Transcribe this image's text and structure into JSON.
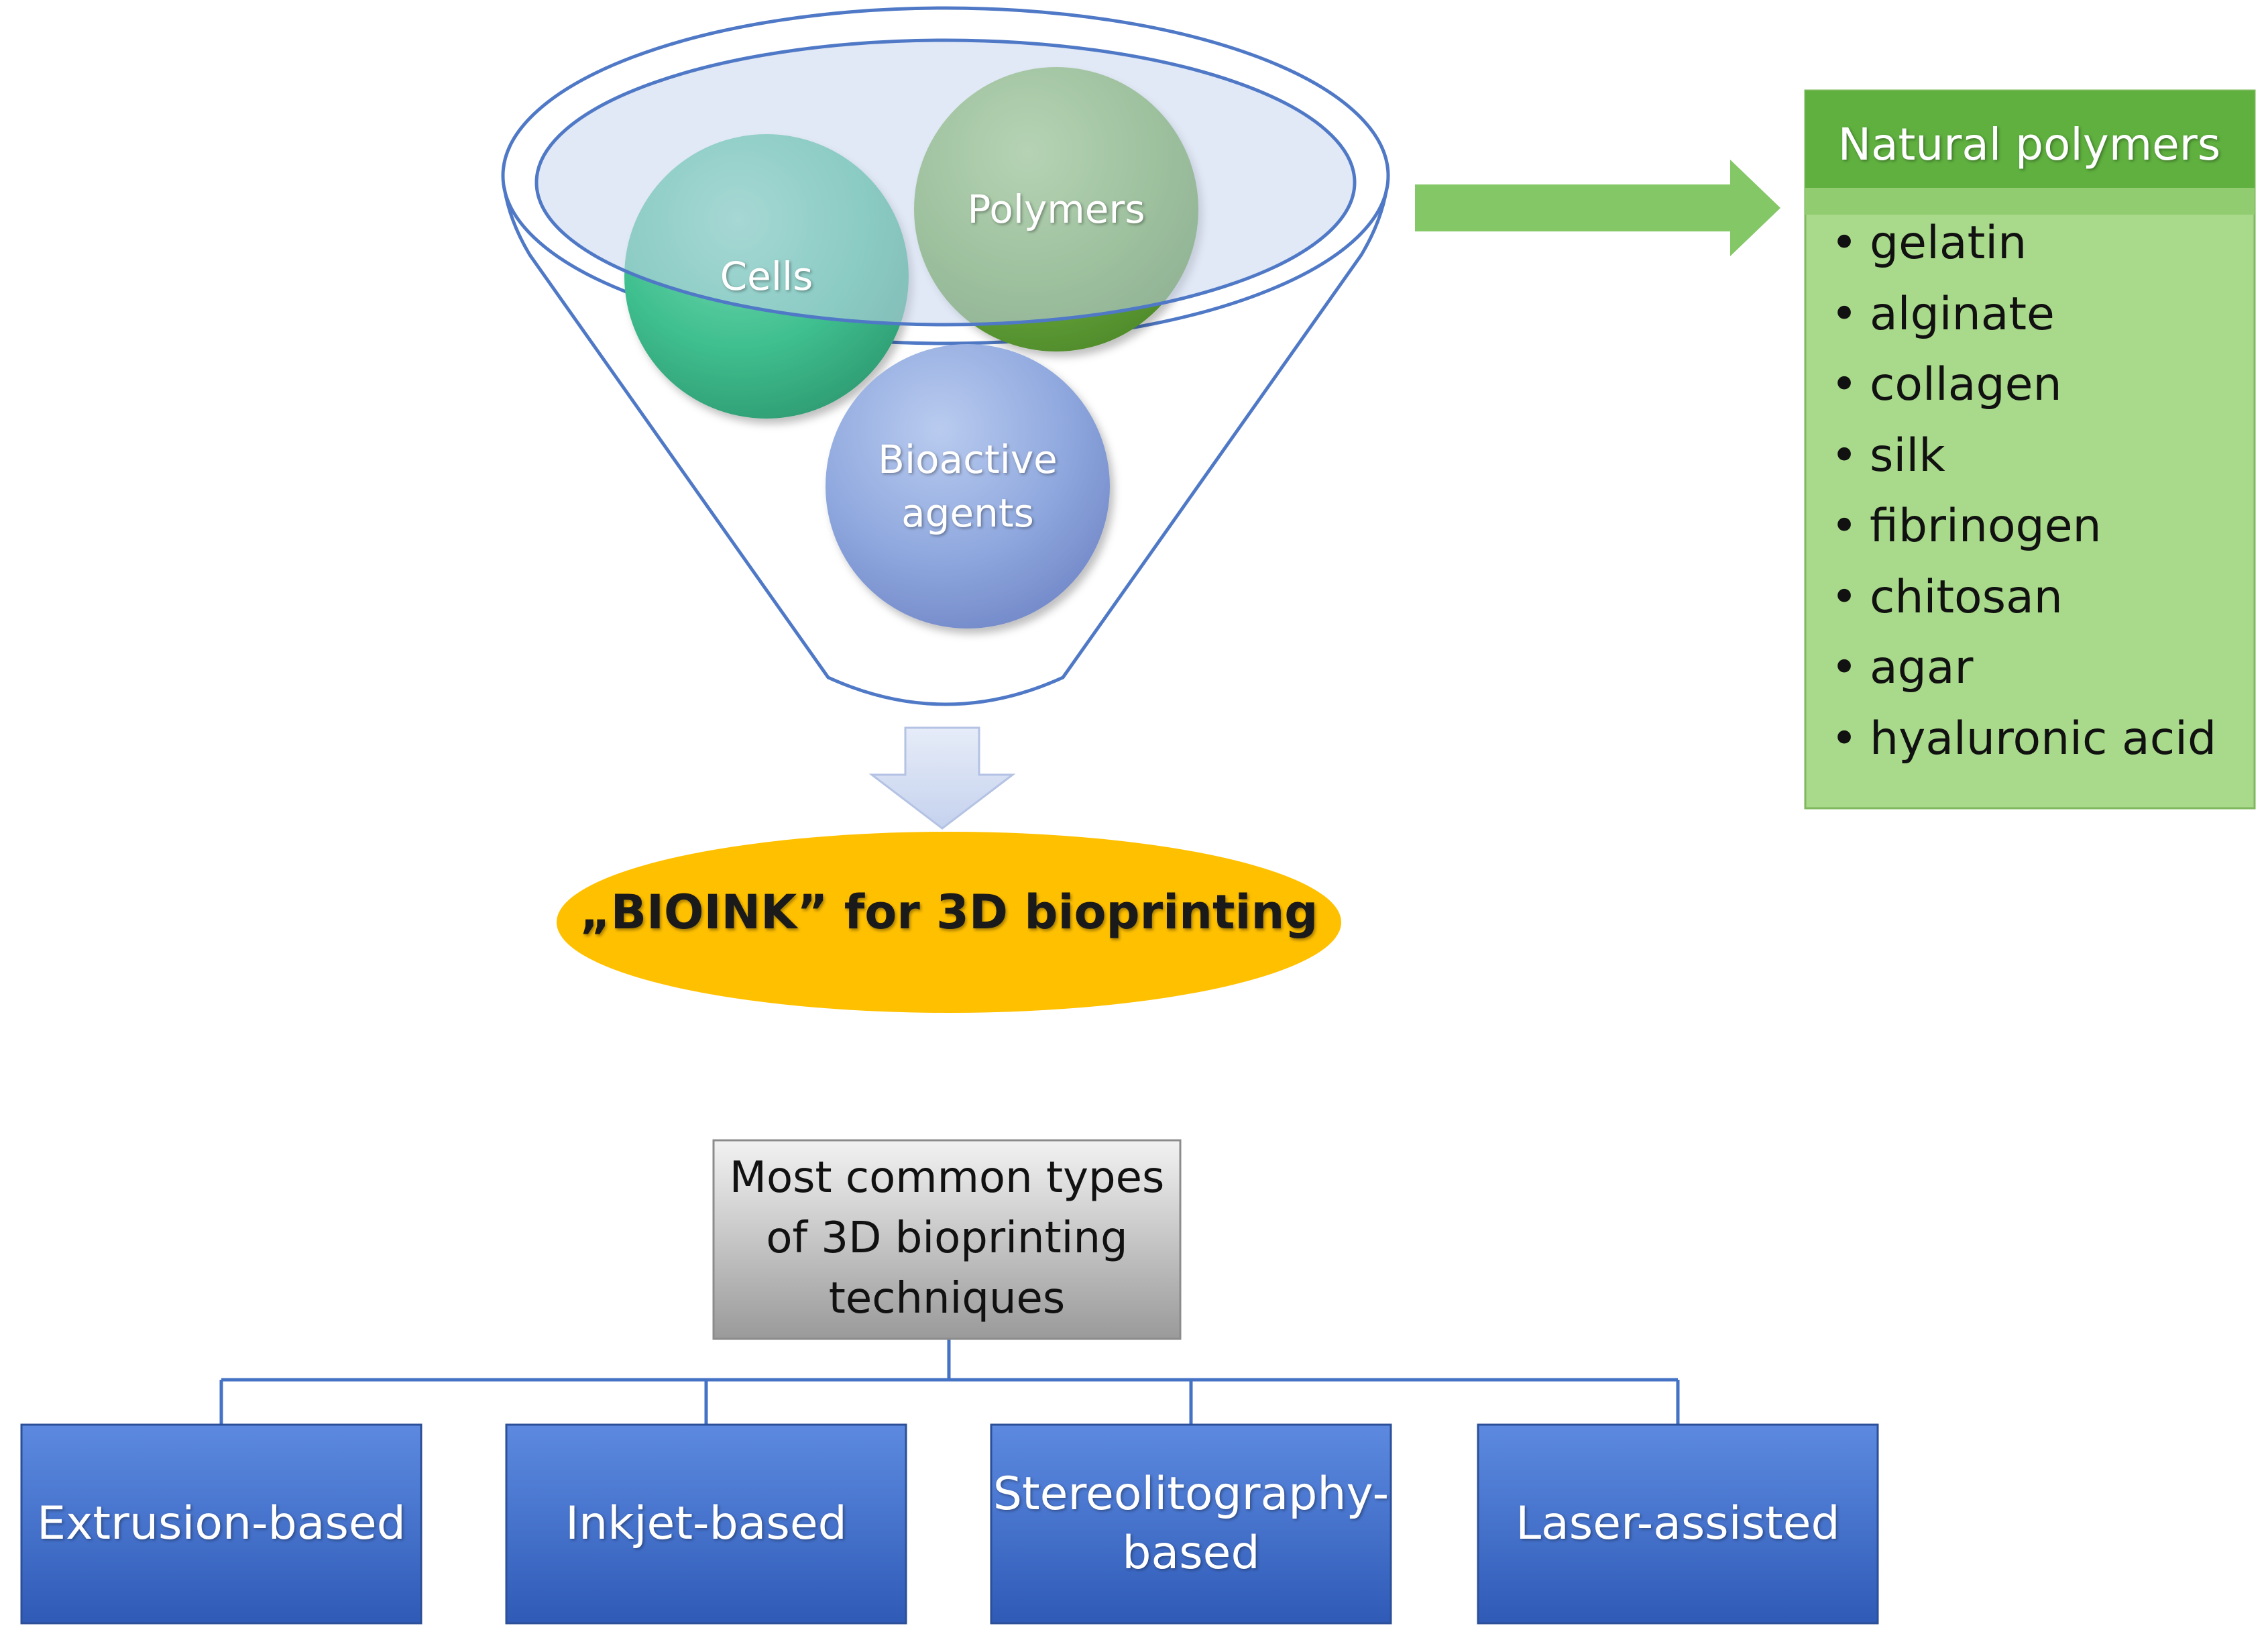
{
  "ingredients": {
    "cells": "Cells",
    "polymers": "Polymers",
    "bioactive": [
      "Bioactive",
      "agents"
    ]
  },
  "bioink_label": "„BIOINK” for 3D bioprinting",
  "natural_polymers": {
    "title": "Natural polymers",
    "items": [
      "gelatin",
      "alginate",
      "collagen",
      "silk",
      "fibrinogen",
      "chitosan",
      "agar",
      "hyaluronic acid"
    ]
  },
  "techniques": {
    "title": [
      "Most common types",
      "of 3D bioprinting",
      "techniques"
    ],
    "items": [
      [
        "Extrusion-based"
      ],
      [
        "Inkjet-based"
      ],
      [
        "Stereolitography-",
        "based"
      ],
      [
        "Laser-assisted"
      ]
    ]
  },
  "colors": {
    "cells": "#3fbf8f",
    "polymers": "#6aa83c",
    "bioactive": "#8fa8de",
    "funnel_stroke": "#4f79c6",
    "bioink": "#ffc000",
    "natural_polymers_header": "#5fb03f",
    "natural_polymers_body": "#a9d98a",
    "arrow": "#84c766",
    "technique_box": "#3f6fcd",
    "title_box": "#a9a9a9",
    "connector": "#4472c4"
  }
}
